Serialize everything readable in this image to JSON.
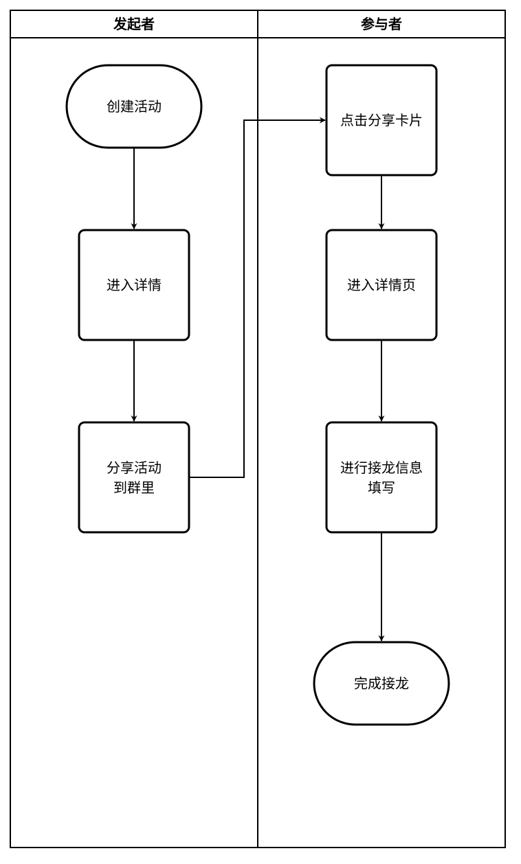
{
  "lanes": {
    "initiator": "发起者",
    "participant": "参与者"
  },
  "nodes": {
    "create_activity": "创建活动",
    "enter_details": "进入详情",
    "share_line1": "分享活动",
    "share_line2": "到群里",
    "click_card": "点击分享卡片",
    "enter_detail_page": "进入详情页",
    "fill_line1": "进行接龙信息",
    "fill_line2": "填写",
    "complete": "完成接龙"
  },
  "colors": {
    "stroke": "#000000",
    "fill": "#ffffff"
  }
}
